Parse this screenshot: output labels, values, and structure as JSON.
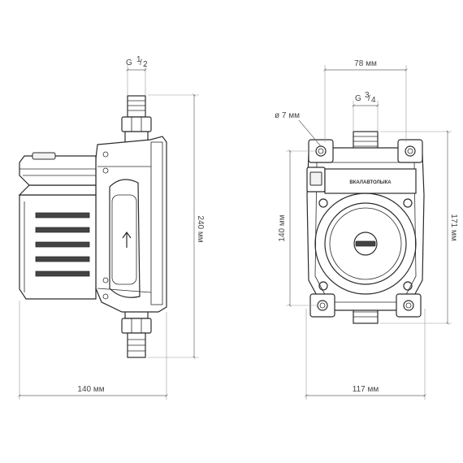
{
  "side_view": {
    "dim_width": "140 мм",
    "dim_height": "240 мм",
    "dim_thread_prefix": "G",
    "dim_thread_num": "1",
    "dim_thread_den": "2"
  },
  "front_view": {
    "dim_top_width": "78 мм",
    "dim_thread_prefix": "G",
    "dim_thread_num": "3",
    "dim_thread_den": "4",
    "dim_hole": "ø 7 мм",
    "dim_mount_height": "140 мм",
    "dim_height": "171 мм",
    "dim_width": "117 мм",
    "nameplate": "ВКАЛАВТОЛЫКА"
  }
}
